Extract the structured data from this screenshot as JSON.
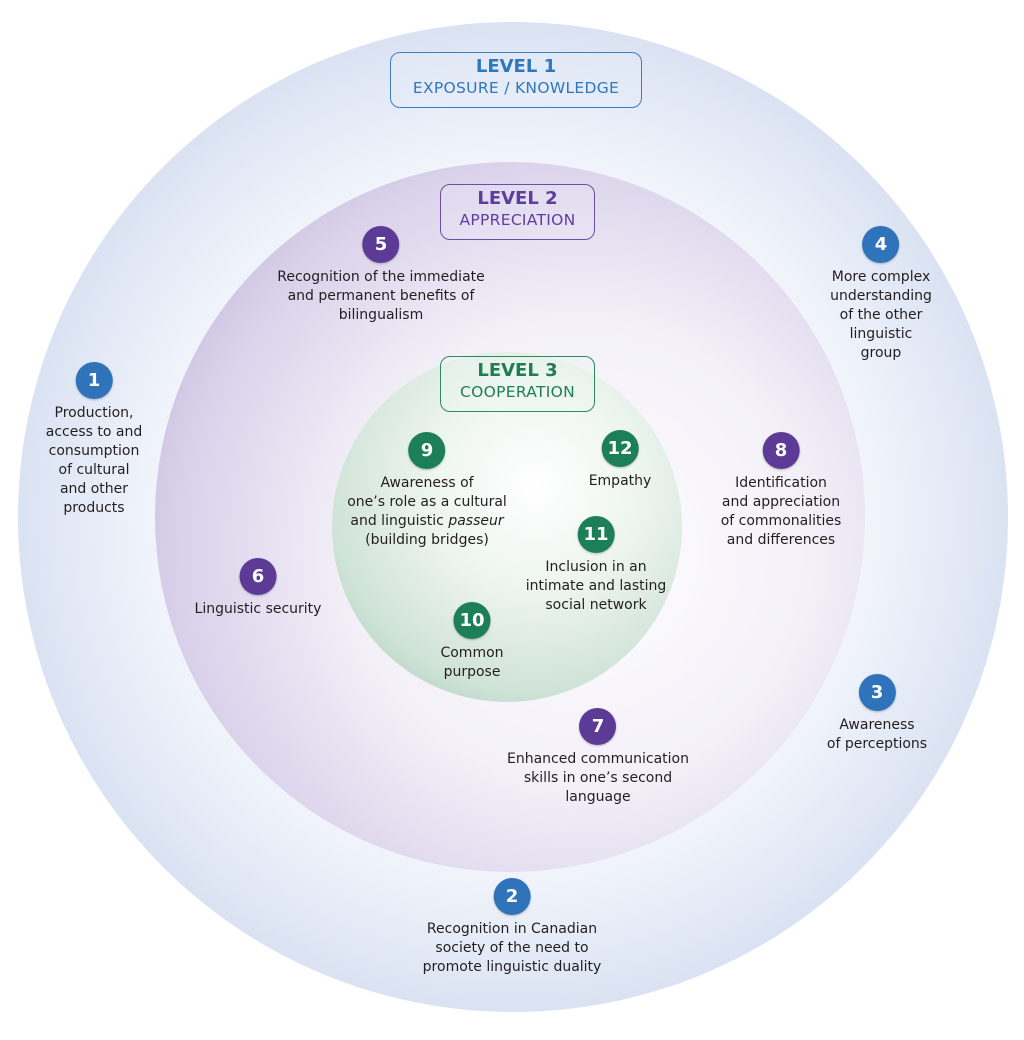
{
  "diagram": {
    "type": "concentric-levels",
    "levels": [
      {
        "level": "LEVEL 1",
        "name": "EXPOSURE / KNOWLEDGE",
        "color": "#2e77bf"
      },
      {
        "level": "LEVEL 2",
        "name": "APPRECIATION",
        "color": "#5e3e9c"
      },
      {
        "level": "LEVEL 3",
        "name": "COOPERATION",
        "color": "#1f7d52"
      }
    ],
    "items": [
      {
        "number": "1",
        "level": 1,
        "text": "Production,\naccess to and\nconsumption\nof cultural\nand other\nproducts"
      },
      {
        "number": "2",
        "level": 1,
        "text": "Recognition in Canadian\nsociety of the need to\npromote linguistic duality"
      },
      {
        "number": "3",
        "level": 1,
        "text": "Awareness\nof perceptions"
      },
      {
        "number": "4",
        "level": 1,
        "text": "More complex\nunderstanding\nof the other\nlinguistic\ngroup"
      },
      {
        "number": "5",
        "level": 2,
        "text": "Recognition of the immediate\nand permanent benefits of\nbilingualism"
      },
      {
        "number": "6",
        "level": 2,
        "text": "Linguistic security"
      },
      {
        "number": "7",
        "level": 2,
        "text": "Enhanced communication\nskills in one’s second\nlanguage"
      },
      {
        "number": "8",
        "level": 2,
        "text": "Identification\nand appreciation\nof commonalities\nand differences"
      },
      {
        "number": "9",
        "level": 3,
        "text_prefix": "Awareness of\none’s role as a cultural\nand linguistic ",
        "text_italic": "passeur",
        "text_suffix": "\n(building bridges)"
      },
      {
        "number": "10",
        "level": 3,
        "text": "Common\npurpose"
      },
      {
        "number": "11",
        "level": 3,
        "text": "Inclusion in an\nintimate and lasting\nsocial network"
      },
      {
        "number": "12",
        "level": 3,
        "text": "Empathy"
      }
    ]
  }
}
